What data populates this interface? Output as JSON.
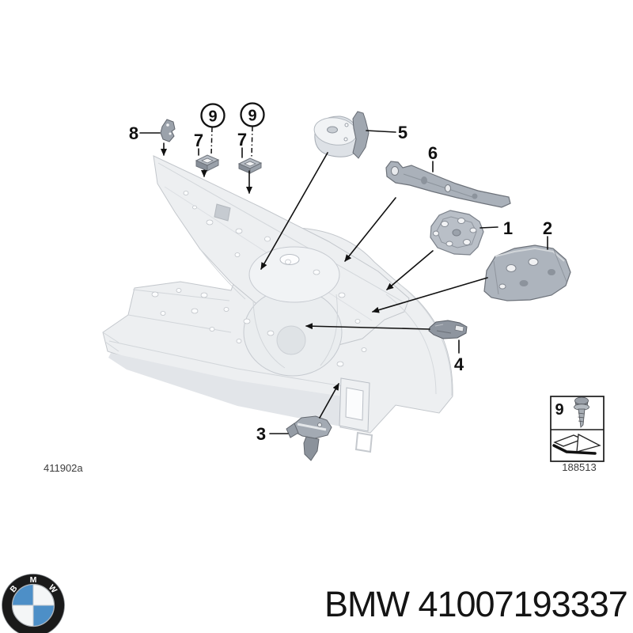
{
  "page": {
    "background": "#ffffff"
  },
  "diagram": {
    "drawing_ref": "411902a",
    "legend_box": {
      "number": "9",
      "catalog_ref": "188513"
    },
    "callouts": {
      "c1": {
        "label": "1"
      },
      "c2": {
        "label": "2"
      },
      "c3": {
        "label": "3"
      },
      "c4": {
        "label": "4"
      },
      "c5": {
        "label": "5"
      },
      "c6": {
        "label": "6"
      },
      "c7a": {
        "label": "7"
      },
      "c7b": {
        "label": "7"
      },
      "c8": {
        "label": "8"
      },
      "c9a": {
        "label": "9"
      },
      "c9b": {
        "label": "9"
      }
    },
    "icons": {
      "screw": "self-tapping screw glyph",
      "direction_arrow": "bent direction-of-travel arrow",
      "bmw_roundel": "BMW quartered roundel"
    },
    "colors": {
      "leader_line": "#111111",
      "structure_fill": "#edeff1",
      "structure_stroke": "#c3c7cc",
      "part_fill": "#aab1ba",
      "part_stroke": "#6d727a",
      "bmw_blue": "#4d8fc7",
      "bmw_ring": "#1a1a1a"
    }
  },
  "footer": {
    "logo_letters": [
      "B",
      "M",
      "W"
    ],
    "title": "BMW 41007193337"
  }
}
